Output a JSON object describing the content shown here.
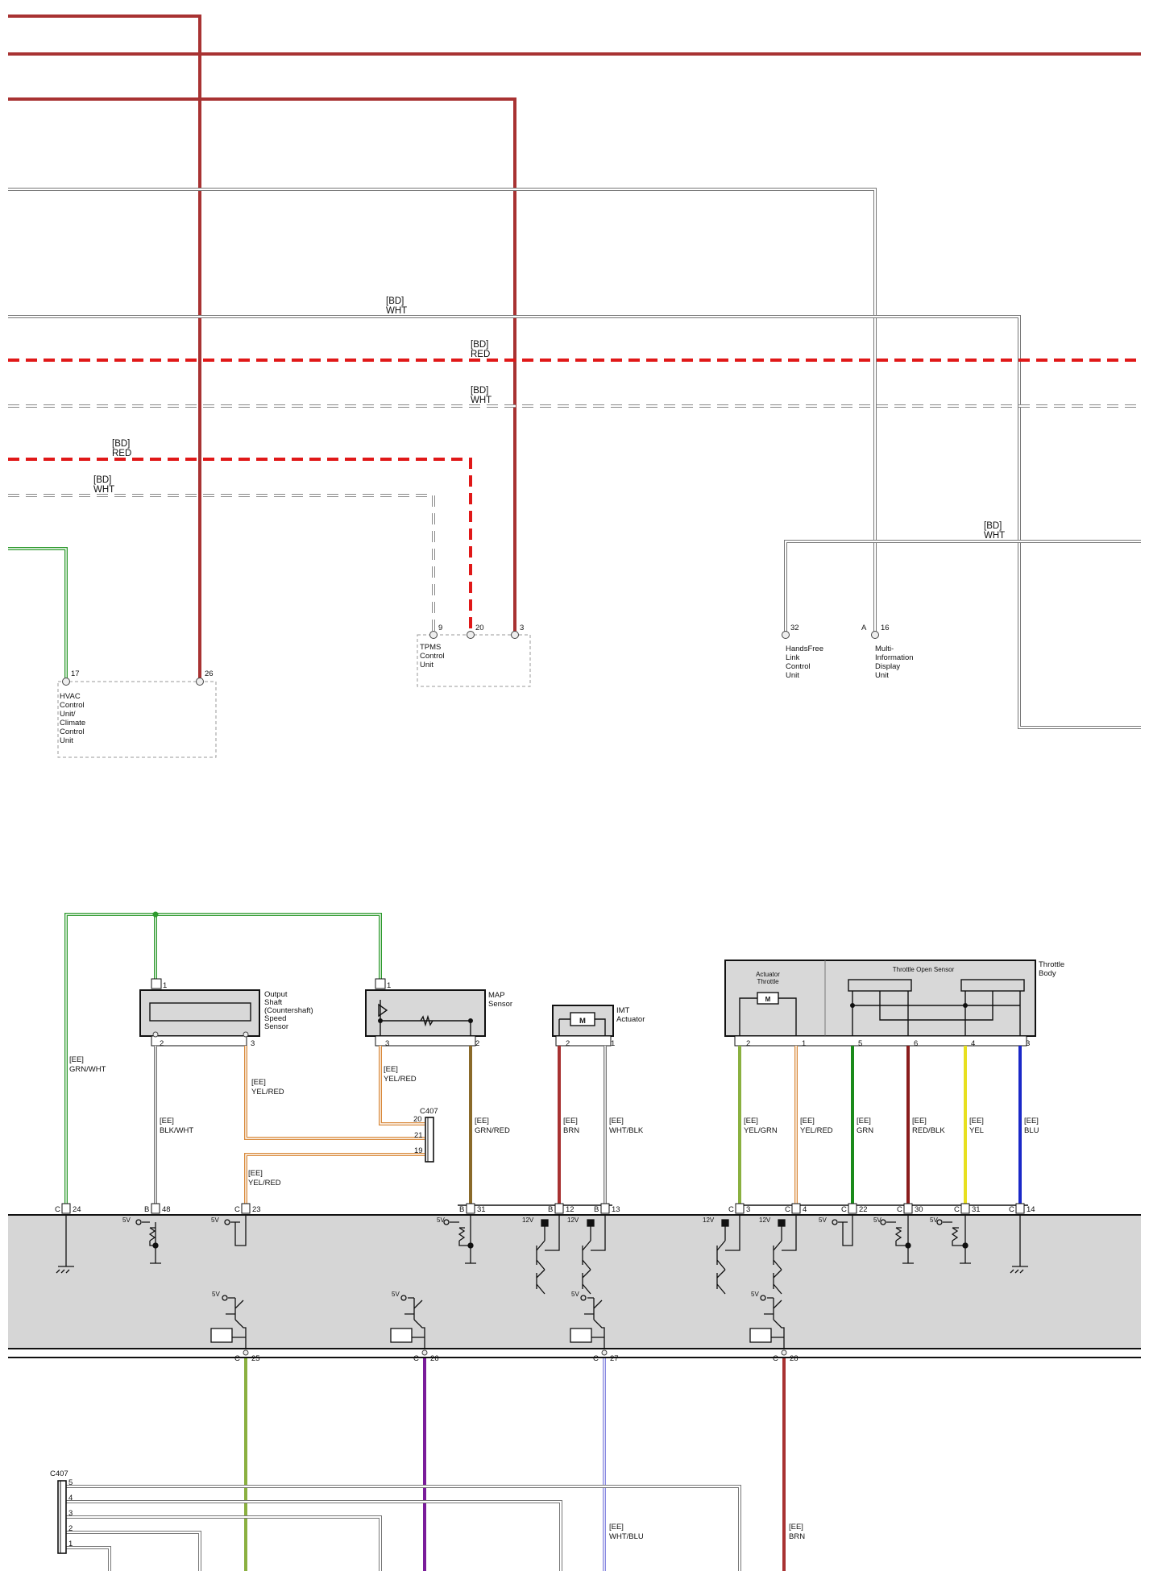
{
  "colors": {
    "red_wire": "#a83232",
    "red_dashed": "#e01818",
    "green_wire": "#2e9a2e",
    "orange_wire": "#d98a3c",
    "brown_wire": "#8a6a2a",
    "yelgrn_wire": "#8ab040",
    "yellow_wire": "#e8e020",
    "blue_wire": "#1a28c8",
    "darkred_wire": "#8a1c1c",
    "purple_wire": "#7a1c9a",
    "lightblue_wire": "#8888e0",
    "grey_wire": "#888888",
    "ecu_fill": "#d6d6d6",
    "component_fill": "#d8d8d8"
  },
  "top_labels": {
    "bd_wht_1": [
      "[BD]",
      "WHT"
    ],
    "bd_red_1": [
      "[BD]",
      "RED"
    ],
    "bd_wht_2": [
      "[BD]",
      "WHT"
    ],
    "bd_red_2": [
      "[BD]",
      "RED"
    ],
    "bd_wht_3": [
      "[BD]",
      "WHT"
    ],
    "bd_wht_4": [
      "[BD]",
      "WHT"
    ]
  },
  "top_components": {
    "hvac": {
      "lines": [
        "HVAC",
        "Control",
        "Unit/",
        "Climate",
        "Control",
        "Unit"
      ],
      "pins": [
        "17",
        "26"
      ]
    },
    "tpms": {
      "lines": [
        "TPMS",
        "Control",
        "Unit"
      ],
      "pins": [
        "9",
        "20",
        "3"
      ]
    },
    "handsfree": {
      "lines": [
        "HandsFree",
        "Link",
        "Control",
        "Unit"
      ],
      "pin": "32"
    },
    "mid": {
      "lines": [
        "Multi-",
        "Information",
        "Display",
        "Unit"
      ],
      "connector": "A",
      "pin": "16"
    }
  },
  "components": {
    "output_shaft": {
      "lines": [
        "Output",
        "Shaft",
        "(Countershaft)",
        "Speed",
        "Sensor"
      ],
      "top_pin": "1",
      "pins": [
        "2",
        "3"
      ]
    },
    "map_sensor": {
      "lines": [
        "MAP",
        "Sensor"
      ],
      "top_pin": "1",
      "pins": [
        "3",
        "2"
      ]
    },
    "imt": {
      "lines": [
        "IMT",
        "Actuator"
      ],
      "pins": [
        "2",
        "1"
      ]
    },
    "throttle_body": {
      "lines": [
        "Throttle",
        "Body"
      ],
      "actuator": [
        "Actuator",
        "Throttle"
      ],
      "sensor": "Throttle Open Sensor",
      "pins": [
        "2",
        "1",
        "5",
        "6",
        "4",
        "3"
      ]
    }
  },
  "wire_labels": {
    "grn_wht": [
      "[EE]",
      "GRN/WHT"
    ],
    "blk_wht": [
      "[EE]",
      "BLK/WHT"
    ],
    "yel_red_a": [
      "[EE]",
      "YEL/RED"
    ],
    "yel_red_b": [
      "[EE]",
      "YEL/RED"
    ],
    "yel_red_c": [
      "[EE]",
      "YEL/RED"
    ],
    "grn_red": [
      "[EE]",
      "GRN/RED"
    ],
    "brn": [
      "[EE]",
      "BRN"
    ],
    "wht_blk": [
      "[EE]",
      "WHT/BLK"
    ],
    "yel_grn": [
      "[EE]",
      "YEL/GRN"
    ],
    "yel_red_d": [
      "[EE]",
      "YEL/RED"
    ],
    "grn": [
      "[EE]",
      "GRN"
    ],
    "red_blk": [
      "[EE]",
      "RED/BLK"
    ],
    "yel": [
      "[EE]",
      "YEL"
    ],
    "blu": [
      "[EE]",
      "BLU"
    ],
    "wht_blu": [
      "[EE]",
      "WHT/BLU"
    ],
    "brn_low": [
      "[EE]",
      "BRN"
    ]
  },
  "c407": {
    "name": "C407",
    "pins_mid": [
      "20",
      "21",
      "19"
    ],
    "pins_low": [
      "5",
      "4",
      "3",
      "2",
      "1"
    ]
  },
  "ecu_top_pins": [
    {
      "conn": "C",
      "pin": "24"
    },
    {
      "conn": "B",
      "pin": "48"
    },
    {
      "conn": "C",
      "pin": "23"
    },
    {
      "conn": "B",
      "pin": "31"
    },
    {
      "conn": "B",
      "pin": "12"
    },
    {
      "conn": "B",
      "pin": "13"
    },
    {
      "conn": "C",
      "pin": "3"
    },
    {
      "conn": "C",
      "pin": "4"
    },
    {
      "conn": "C",
      "pin": "22"
    },
    {
      "conn": "C",
      "pin": "30"
    },
    {
      "conn": "C",
      "pin": "31"
    },
    {
      "conn": "C",
      "pin": "14"
    }
  ],
  "ecu_bottom_pins": [
    {
      "conn": "C",
      "pin": "25"
    },
    {
      "conn": "C",
      "pin": "26"
    },
    {
      "conn": "C",
      "pin": "27"
    },
    {
      "conn": "C",
      "pin": "28"
    }
  ],
  "voltages": {
    "v5": "5V",
    "v12": "12V"
  }
}
